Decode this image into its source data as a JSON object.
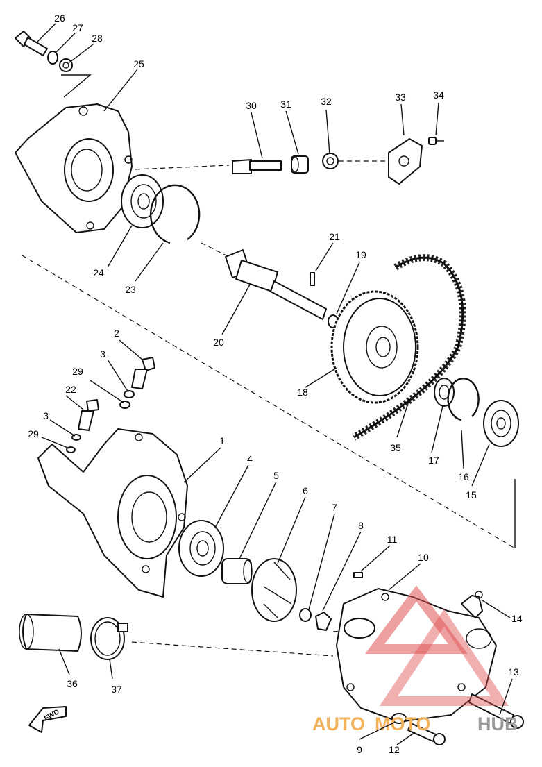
{
  "diagram": {
    "callouts": [
      {
        "id": "1",
        "label": "1"
      },
      {
        "id": "2",
        "label": "2"
      },
      {
        "id": "3a",
        "label": "3"
      },
      {
        "id": "3b",
        "label": "3"
      },
      {
        "id": "4",
        "label": "4"
      },
      {
        "id": "5",
        "label": "5"
      },
      {
        "id": "6",
        "label": "6"
      },
      {
        "id": "7",
        "label": "7"
      },
      {
        "id": "8",
        "label": "8"
      },
      {
        "id": "9",
        "label": "9"
      },
      {
        "id": "10",
        "label": "10"
      },
      {
        "id": "11",
        "label": "11"
      },
      {
        "id": "12",
        "label": "12"
      },
      {
        "id": "13",
        "label": "13"
      },
      {
        "id": "14",
        "label": "14"
      },
      {
        "id": "15",
        "label": "15"
      },
      {
        "id": "16",
        "label": "16"
      },
      {
        "id": "17",
        "label": "17"
      },
      {
        "id": "18",
        "label": "18"
      },
      {
        "id": "19",
        "label": "19"
      },
      {
        "id": "20",
        "label": "20"
      },
      {
        "id": "21",
        "label": "21"
      },
      {
        "id": "22",
        "label": "22"
      },
      {
        "id": "23",
        "label": "23"
      },
      {
        "id": "24",
        "label": "24"
      },
      {
        "id": "25",
        "label": "25"
      },
      {
        "id": "26",
        "label": "26"
      },
      {
        "id": "27",
        "label": "27"
      },
      {
        "id": "28",
        "label": "28"
      },
      {
        "id": "29a",
        "label": "29"
      },
      {
        "id": "29b",
        "label": "29"
      },
      {
        "id": "30",
        "label": "30"
      },
      {
        "id": "31",
        "label": "31"
      },
      {
        "id": "32",
        "label": "32"
      },
      {
        "id": "33",
        "label": "33"
      },
      {
        "id": "34",
        "label": "34"
      },
      {
        "id": "35",
        "label": "35"
      },
      {
        "id": "36",
        "label": "36"
      },
      {
        "id": "37",
        "label": "37"
      }
    ],
    "fwd_label": "FWD"
  },
  "watermark": {
    "part1": "AUTO",
    "part2": "MOTO",
    "part3": "HUB",
    "color_primary": "#f2b35c",
    "color_secondary": "#9a9a9a",
    "color_logo": "#e05050"
  }
}
